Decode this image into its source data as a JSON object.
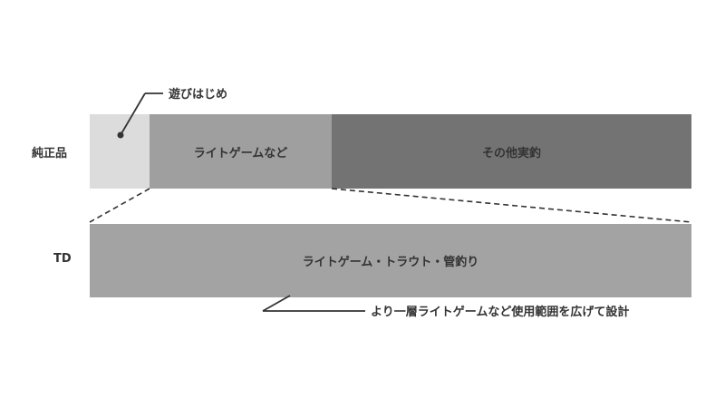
{
  "rows": {
    "genuine_label": "純正品",
    "td_label": "TD"
  },
  "segments": {
    "beginner": {
      "label": "遊びはじめ",
      "color": "#dcdcdc"
    },
    "light_game": {
      "label": "ライトゲームなど",
      "color": "#9f9f9f"
    },
    "other": {
      "label": "その他実釣",
      "color": "#737373"
    }
  },
  "td_bar": {
    "label": "ライトゲーム・トラウト・管釣り",
    "color": "#a3a3a3"
  },
  "annotation": "より一層ライトゲームなど使用範囲を広げて設計"
}
